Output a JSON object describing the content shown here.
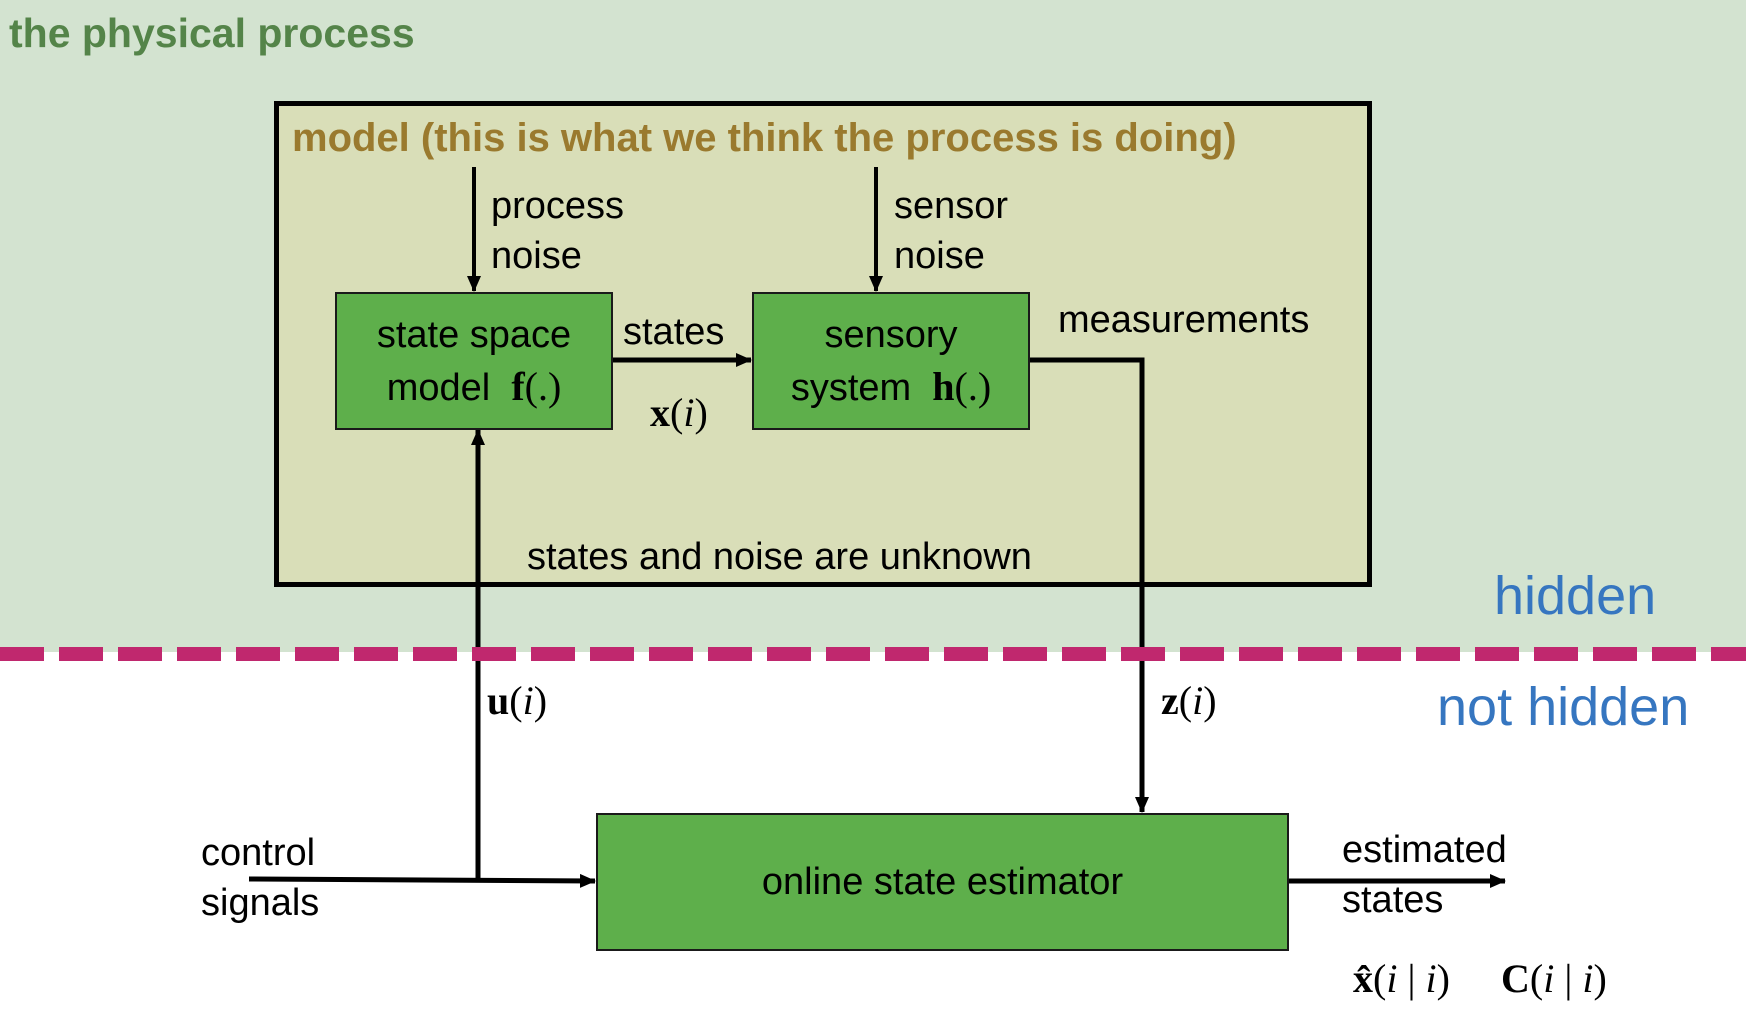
{
  "regions": {
    "hidden_title": "the physical process",
    "hidden_label": "hidden",
    "not_hidden_label": "not hidden"
  },
  "model": {
    "title": "model (this is what we think the process  is doing)",
    "process_noise": [
      "process",
      "noise"
    ],
    "sensor_noise": [
      "sensor",
      "noise"
    ],
    "state_space_box": {
      "line1": "state space",
      "line2_text": "model",
      "func": "f",
      "args": "(.)"
    },
    "sensory_box": {
      "line1": "sensory",
      "line2_text": "system",
      "func": "h",
      "args": "(.)"
    },
    "states_label": "states",
    "states_symbol": {
      "var": "x",
      "open": "(",
      "idx": "i",
      "close": ")"
    },
    "measurements_label": "measurements",
    "unknown_note": "states and noise are unknown"
  },
  "observed": {
    "u_symbol": {
      "var": "u",
      "open": "(",
      "idx": "i",
      "close": ")"
    },
    "z_symbol": {
      "var": "z",
      "open": "(",
      "idx": "i",
      "close": ")"
    },
    "control_signals": [
      "control",
      "signals"
    ],
    "estimator_label": "online state estimator",
    "estimated_states": [
      "estimated",
      "states"
    ],
    "xhat_symbol": {
      "var": "x̂",
      "rest_open": "(",
      "i1": "i",
      "bar": " | ",
      "i2": "i",
      "rest_close": ")"
    },
    "cov_symbol": {
      "var": "C",
      "rest_open": "(",
      "i1": "i",
      "bar": " | ",
      "i2": "i",
      "rest_close": ")"
    }
  },
  "colors": {
    "hidden_bg": "#D3E3D0",
    "model_bg": "#D9DEB8",
    "block_green": "#5EAF4B",
    "title_green": "#548449",
    "model_title": "#9A7A2E",
    "region_label_blue": "#3676C0",
    "divider": "#C0286E"
  }
}
